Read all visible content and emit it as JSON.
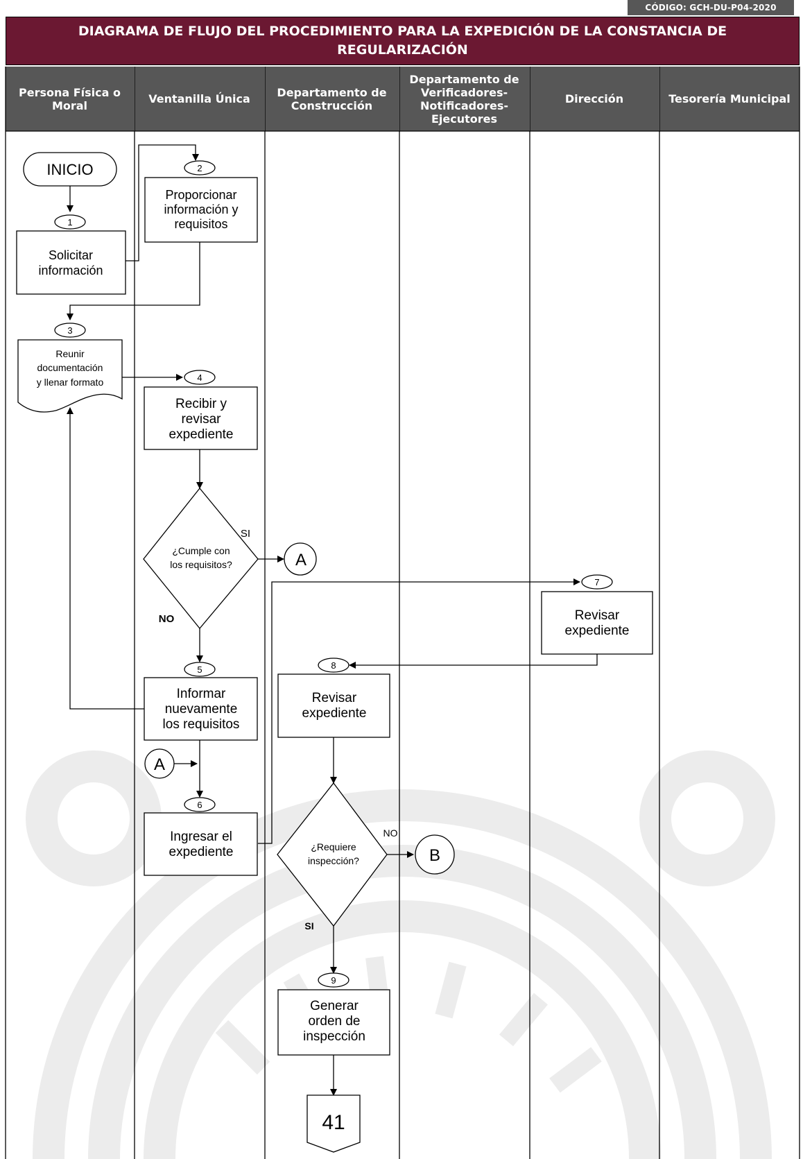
{
  "header": {
    "code": "CÓDIGO: GCH-DU-P04-2020",
    "title": "DIAGRAMA DE FLUJO DEL PROCEDIMIENTO PARA LA EXPEDICIÓN DE LA CONSTANCIA DE REGULARIZACIÓN"
  },
  "lanes": [
    "Persona Física o Moral",
    "Ventanilla Única",
    "Departamento de Construcción",
    "Departamento de Verificadores-Notificadores-Ejecutores",
    "Dirección",
    "Tesorería Municipal"
  ],
  "colors": {
    "title_bg": "#6b1832",
    "header_bg": "#575757",
    "line": "#000000",
    "watermark": "#ececec"
  },
  "nodes": {
    "inicio": "INICIO",
    "step1": {
      "num": "1",
      "lines": [
        "Solicitar",
        "información"
      ]
    },
    "step2": {
      "num": "2",
      "lines": [
        "Proporcionar",
        "información y",
        "requisitos"
      ]
    },
    "step3": {
      "num": "3",
      "lines": [
        "Reunir",
        "documentación",
        "y llenar formato"
      ]
    },
    "step4": {
      "num": "4",
      "lines": [
        "Recibir y",
        "revisar",
        "expediente"
      ]
    },
    "decision1": {
      "lines": [
        "¿Cumple con",
        "los requisitos?"
      ],
      "yes": "SI",
      "no": "NO"
    },
    "connector_a1": "A",
    "step5": {
      "num": "5",
      "lines": [
        "Informar",
        "nuevamente",
        "los requisitos"
      ]
    },
    "connector_a2": "A",
    "step6": {
      "num": "6",
      "lines": [
        "Ingresar el",
        "expediente"
      ]
    },
    "step7": {
      "num": "7",
      "lines": [
        "Revisar",
        "expediente"
      ]
    },
    "step8": {
      "num": "8",
      "lines": [
        "Revisar",
        "expediente"
      ]
    },
    "decision2": {
      "lines": [
        "¿Requiere",
        "inspección?"
      ],
      "no": "NO",
      "yes": "SI"
    },
    "connector_b": "B",
    "step9": {
      "num": "9",
      "lines": [
        "Generar",
        "orden de",
        "inspección"
      ]
    },
    "page_ref": "41"
  }
}
